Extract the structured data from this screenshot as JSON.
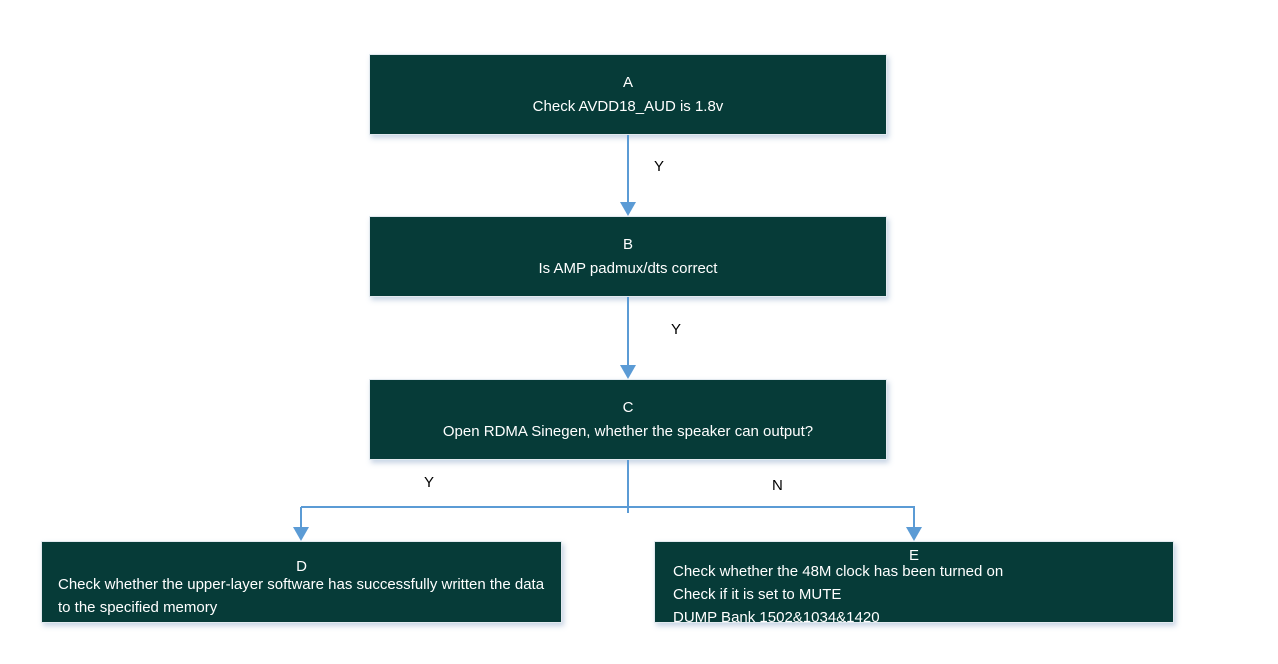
{
  "diagram": {
    "nodes": {
      "a": {
        "label": "A",
        "text": "Check AVDD18_AUD is 1.8v"
      },
      "b": {
        "label": "B",
        "text": "Is AMP padmux/dts correct"
      },
      "c": {
        "label": "C",
        "text": "Open RDMA Sinegen, whether the speaker can output?"
      },
      "d": {
        "label": "D",
        "text": "Check whether the upper-layer software has successfully written the data to the specified memory"
      },
      "e": {
        "label": "E",
        "lines": [
          "Check whether the 48M clock has been turned on",
          "Check if it is set to MUTE",
          "DUMP Bank 1502&1034&1420"
        ]
      }
    },
    "edge_labels": {
      "a_to_b": "Y",
      "b_to_c": "Y",
      "c_to_d": "Y",
      "c_to_e": "N"
    },
    "colors": {
      "node_fill": "#063b38",
      "node_text": "#ffffff",
      "connector": "#5b9bd5",
      "label_text": "#000000",
      "background": "#ffffff"
    }
  }
}
